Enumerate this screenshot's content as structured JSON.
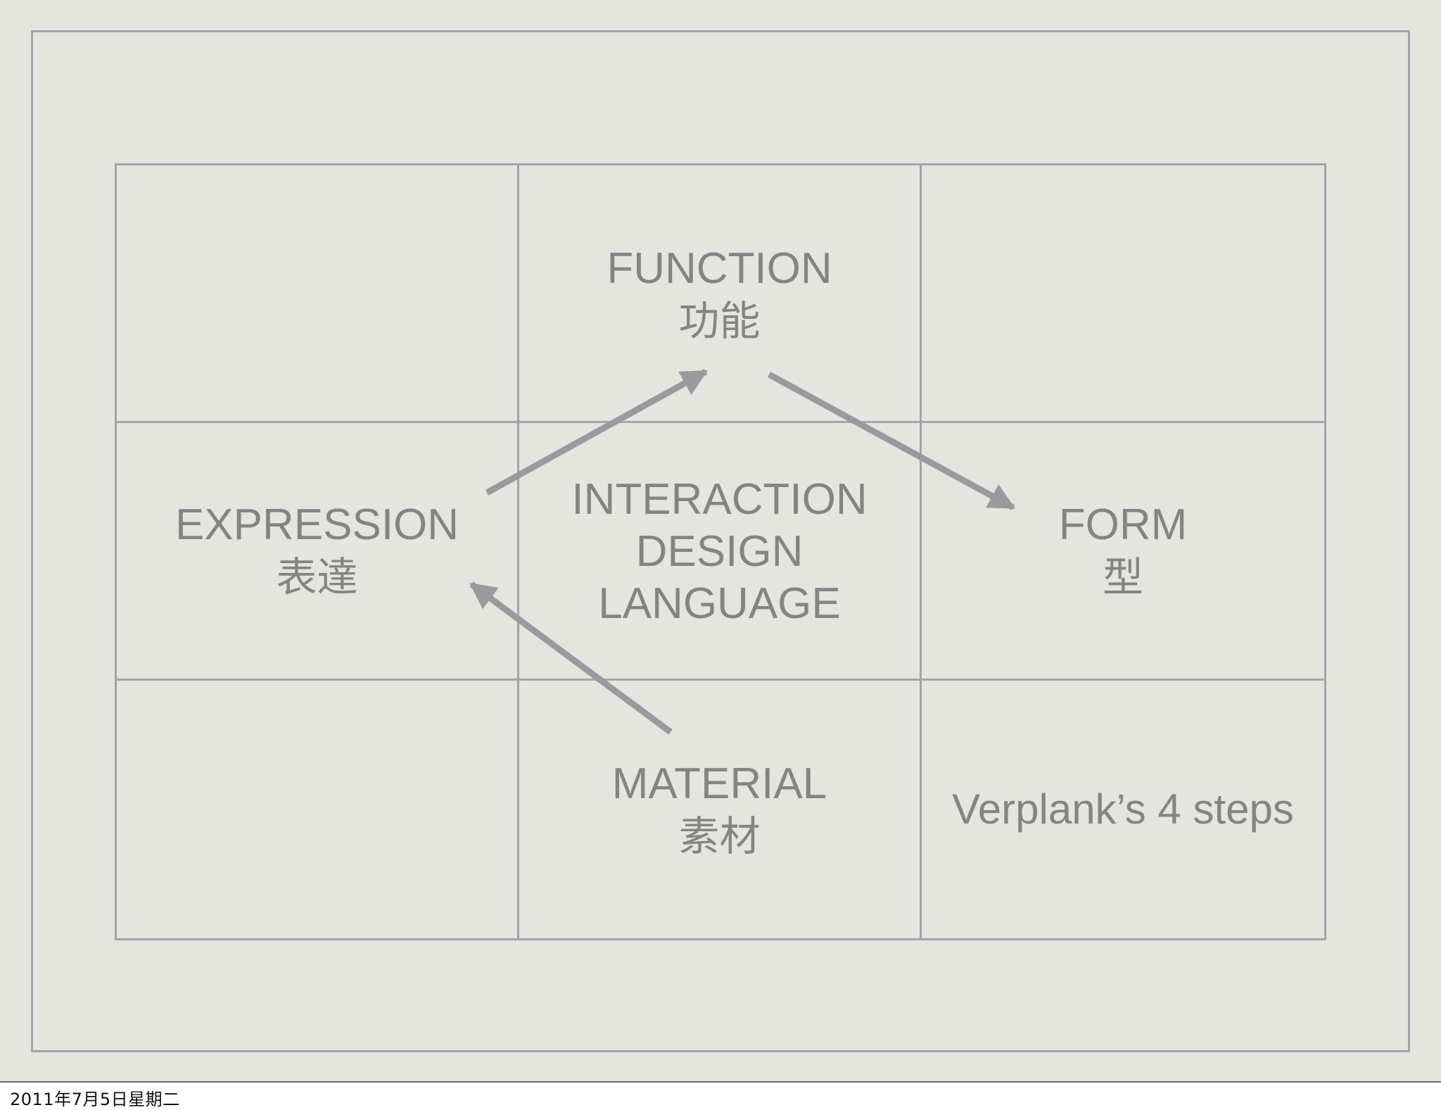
{
  "diagram": {
    "center": [
      "INTERACTION",
      "DESIGN",
      "LANGUAGE"
    ],
    "function": {
      "en": "FUNCTION",
      "zh": "功能"
    },
    "expression": {
      "en": "EXPRESSION",
      "zh": "表達"
    },
    "form": {
      "en": "FORM",
      "zh": "型"
    },
    "material": {
      "en": "MATERIAL",
      "zh": "素材"
    },
    "caption": "Verplank’s 4 steps"
  },
  "footer": {
    "date": "2011年7月5日星期二"
  },
  "colors": {
    "background": "#e5e5e0",
    "lines": "#a3a3a9",
    "text": "#848484",
    "arrows": "#9a9a9e"
  }
}
